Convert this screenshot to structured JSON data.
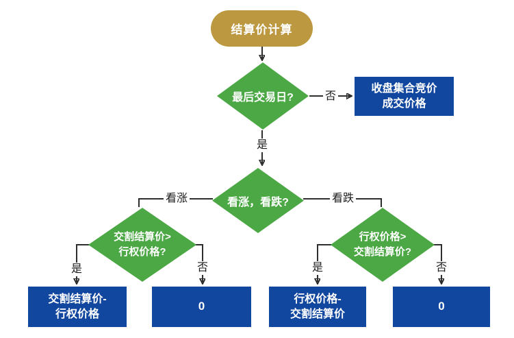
{
  "colors": {
    "start_node": "#BC9840",
    "decision_node": "#4BA845",
    "result_node": "#11479E",
    "node_text": "#FFFFFF",
    "connector_line": "#2E2E2E",
    "edge_label_text": "#1D1D1D",
    "background": "#FFFFFF"
  },
  "nodes": {
    "start": {
      "label": "结算价计算"
    },
    "last_trading_day": {
      "label": "最后交易日?"
    },
    "closing_auction": {
      "label": "收盘集合竞价\n成交价格"
    },
    "call_or_put": {
      "label": "看涨，看跌?"
    },
    "call_condition": {
      "label": "交割结算价>\n行权价格?"
    },
    "put_condition": {
      "label": "行权价格>\n交割结算价?"
    },
    "call_yes_result": {
      "label": "交割结算价-\n行权价格"
    },
    "call_no_result": {
      "label": "0"
    },
    "put_yes_result": {
      "label": "行权价格-\n交割结算价"
    },
    "put_no_result": {
      "label": "0"
    }
  },
  "edge_labels": {
    "last_day_no": "否",
    "last_day_yes": "是",
    "branch_call": "看涨",
    "branch_put": "看跌",
    "call_yes": "是",
    "call_no": "否",
    "put_yes": "是",
    "put_no": "否"
  }
}
